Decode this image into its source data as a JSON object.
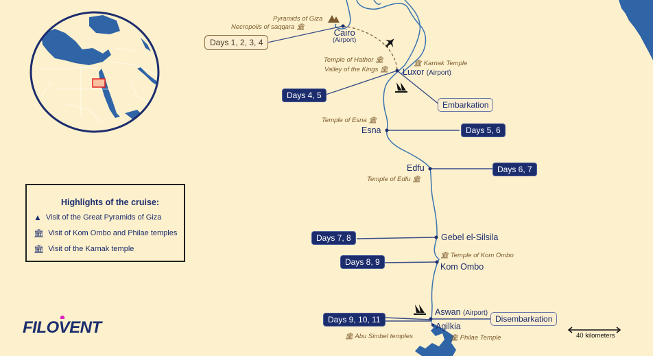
{
  "map": {
    "cities": [
      {
        "id": "cairo",
        "name": "Cairo",
        "sub": "(Airport)"
      },
      {
        "id": "luxor",
        "name": "Luxor",
        "sub": "(Airport)"
      },
      {
        "id": "esna",
        "name": "Esna"
      },
      {
        "id": "edfu",
        "name": "Edfu"
      },
      {
        "id": "gebel",
        "name": "Gebel el-Silsila"
      },
      {
        "id": "komombo",
        "name": "Kom Ombo"
      },
      {
        "id": "aswan",
        "name": "Aswan",
        "sub": "(Airport)"
      },
      {
        "id": "agilkia",
        "name": "Agilkia"
      }
    ],
    "pois": [
      {
        "id": "giza",
        "label": "Pyramids of Giza",
        "icon": "pyramids-icon"
      },
      {
        "id": "saqqara",
        "label": "Necropolis of saqqara",
        "icon": "temple-icon"
      },
      {
        "id": "hathor",
        "label": "Temple of Hathor",
        "icon": "temple-icon"
      },
      {
        "id": "kings",
        "label": "Valley of the Kings",
        "icon": "temple-icon"
      },
      {
        "id": "karnak",
        "label": "Karnak Temple",
        "icon": "temple-icon"
      },
      {
        "id": "esnatemple",
        "label": "Temple of Esna",
        "icon": "temple-icon"
      },
      {
        "id": "edfutemple",
        "label": "Temple of Edfu",
        "icon": "temple-icon"
      },
      {
        "id": "komombotemple",
        "label": "Temple of Kom Ombo",
        "icon": "temple-icon"
      },
      {
        "id": "abusimbel",
        "label": "Abu Simbel temples",
        "icon": "temple-icon"
      },
      {
        "id": "philae",
        "label": "Philae Temple",
        "icon": "temple-icon"
      }
    ],
    "days": [
      {
        "id": "d1",
        "label": "Days 1, 2, 3, 4"
      },
      {
        "id": "d2",
        "label": "Days 4, 5"
      },
      {
        "id": "d3",
        "label": "Days 5, 6"
      },
      {
        "id": "d4",
        "label": "Days 6, 7"
      },
      {
        "id": "d5",
        "label": "Days 7, 8"
      },
      {
        "id": "d6",
        "label": "Days 8, 9"
      },
      {
        "id": "d7",
        "label": "Days 9, 10, 11"
      }
    ],
    "embarkation": "Embarkation",
    "disembarkation": "Disembarkation"
  },
  "legend": {
    "title": "Highlights of the cruise:",
    "items": [
      {
        "icon": "pyramids-icon",
        "label": "Visit of the Great Pyramids of Giza"
      },
      {
        "icon": "temple-icon",
        "label": "Visit of Kom Ombo and Philae temples"
      },
      {
        "icon": "temple-icon",
        "label": "Visit of the Karnak temple"
      }
    ]
  },
  "brand": {
    "logo": "FILOVENT"
  },
  "scale": {
    "label": "40 kilometers"
  },
  "colors": {
    "background": "#fdf0cc",
    "water": "#2f64a6",
    "navy": "#1c2d6e",
    "poi": "#7a5a2e",
    "highlight": "#e22020"
  }
}
